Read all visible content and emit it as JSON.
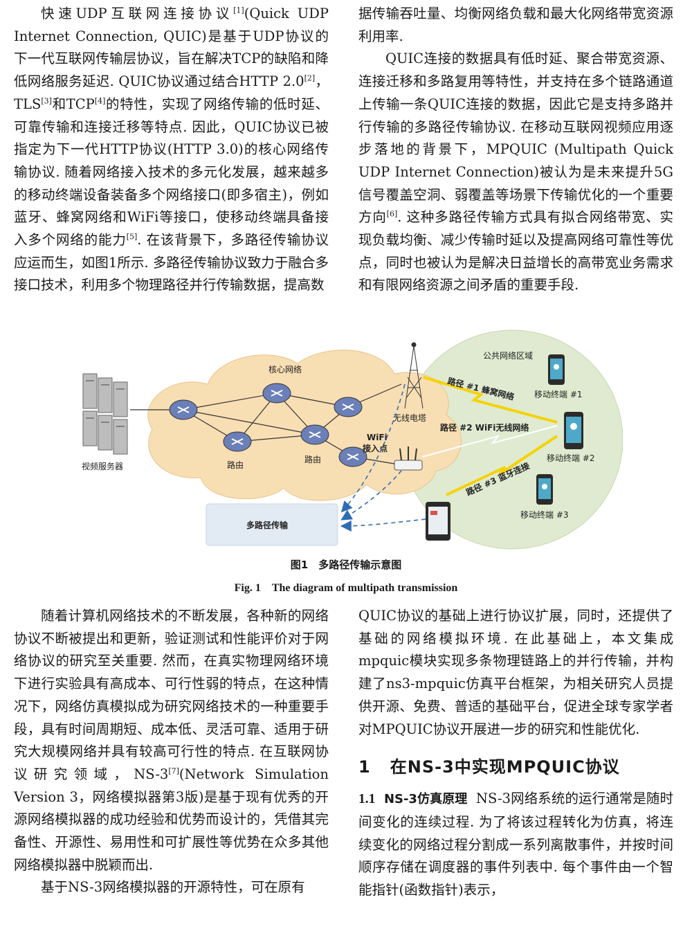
{
  "col_top_left": {
    "p1_a": "快速UDP互联网连接协议",
    "p1_ref1": "[1]",
    "p1_b": "(Quick UDP Internet Connection, QUIC)是基于UDP协议的下一代互联网传输层协议，旨在解决TCP的缺陷和降低网络服务延迟. QUIC协议通过结合HTTP 2.0",
    "p1_ref2": "[2]",
    "p1_c": "，TLS",
    "p1_ref3": "[3]",
    "p1_d": "和TCP",
    "p1_ref4": "[4]",
    "p1_e": "的特性，实现了网络传输的低时延、可靠传输和连接迁移等特点. 因此，QUIC协议已被指定为下一代HTTP协议(HTTP 3.0)的核心网络传输协议. 随着网络接入技术的多元化发展，越来越多的移动终端设备装备多个网络接口(即多宿主)，例如蓝牙、蜂窝网络和WiFi等接口，使移动终端具备接入多个网络的能力",
    "p1_ref5": "[5]",
    "p1_f": ". 在该背景下，多路径传输协议应运而生，如图1所示. 多路径传输协议致力于融合多接口技术，利用多个物理路径并行传输数据，提高数"
  },
  "col_top_right": {
    "p1": "据传输吞吐量、均衡网络负载和最大化网络带宽资源利用率.",
    "p2_a": "QUIC连接的数据具有低时延、聚合带宽资源、连接迁移和多路复用等特性，并支持在多个链路通道上传输一条QUIC连接的数据，因此它是支持多路并行传输的多路径传输协议. 在移动互联网视频应用逐步落地的背景下，MPQUIC (Multipath Quick UDP Internet Connection)被认为是未来提升5G信号覆盖空洞、弱覆盖等场景下传输优化的一个重要方向",
    "p2_ref6": "[6]",
    "p2_b": ". 这种多路径传输方式具有拟合网络带宽、实现负载均衡、减少传输时延以及提高网络可靠性等优点，同时也被认为是解决日益增长的高带宽业务需求和有限网络资源之间矛盾的重要手段."
  },
  "figure": {
    "core_network": "核心网络",
    "public_network": "公共网络区域",
    "video_server": "视频服务器",
    "router1": "路由",
    "router2": "路由",
    "tower": "无线电塔",
    "wifi_ap_1": "WiFi",
    "wifi_ap_2": "接入点",
    "path1": "路径 #1 蜂窝网络",
    "path2": "路径 #2 WiFi无线网络",
    "path3": "路径 #3 蓝牙连接",
    "mobile1": "移动终端 #1",
    "mobile2": "移动终端 #2",
    "mobile3": "移动终端 #3",
    "multipath_box": "多路径传输"
  },
  "caption": {
    "zh": "图1　多路径传输示意图",
    "en": "Fig. 1　The diagram of multipath transmission"
  },
  "col_bottom_left": {
    "p1_a": "随着计算机网络技术的不断发展，各种新的网络协议不断被提出和更新，验证测试和性能评价对于网络协议的研究至关重要. 然而，在真实物理网络环境下进行实验具有高成本、可行性弱的特点，在这种情况下，网络仿真模拟成为研究网络技术的一种重要手段，具有时间周期短、成本低、灵活可靠、适用于研究大规模网络并具有较高可行性的特点. 在互联网协议研究领域，NS-3",
    "p1_ref7": "[7]",
    "p1_b": "(Network Simulation Version 3，网络模拟器第3版)是基于现有优秀的开源网络模拟器的成功经验和优势而设计的，凭借其完备性、开源性、易用性和可扩展性等优势在众多其他网络模拟器中脱颖而出.",
    "p2": "基于NS-3网络模拟器的开源特性，可在原有"
  },
  "col_bottom_right": {
    "p1": "QUIC协议的基础上进行协议扩展，同时，还提供了基础的网络模拟环境. 在此基础上，本文集成mpquic模块实现多条物理链路上的并行传输，并构建了ns3-mpquic仿真平台框架，为相关研究人员提供开源、免费、普适的基础平台，促进全球专家学者对MPQUIC协议开展进一步的研究和性能优化.",
    "sec1_num": "1",
    "sec1_title": "在NS-3中实现MPQUIC协议",
    "sub_num": "1.1",
    "sub_title": "NS-3仿真原理",
    "sub_text": "NS-3网络系统的运行通常是随时间变化的连续过程. 为了将该过程转化为仿真，将连续变化的网络过程分割成一系列离散事件，并按时间顺序存储在调度器的事件列表中. 每个事件由一个智能指针(函数指针)表示，"
  }
}
